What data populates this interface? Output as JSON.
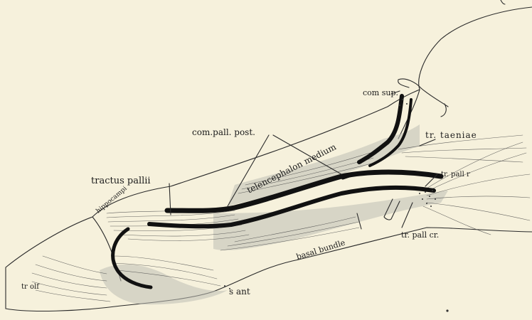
{
  "figure": {
    "background": "#f6f1dc",
    "ink": "#111111",
    "labels": {
      "com_sup": "com sup.",
      "compall_post": "com.pall. post.",
      "tr_taeniae": "tr. taeniae",
      "tractus_pallii": "tractus pallii",
      "telencephalon_medium": "telencephalon medium",
      "tr_pall_r": "tr. pall r",
      "hippocampi": "hippocampi",
      "tr_pall_cr": "tr. pall cr.",
      "basal_bundle": "basal bundle",
      "tr_olf": "tr olf",
      "s_ant": "s ant"
    }
  }
}
